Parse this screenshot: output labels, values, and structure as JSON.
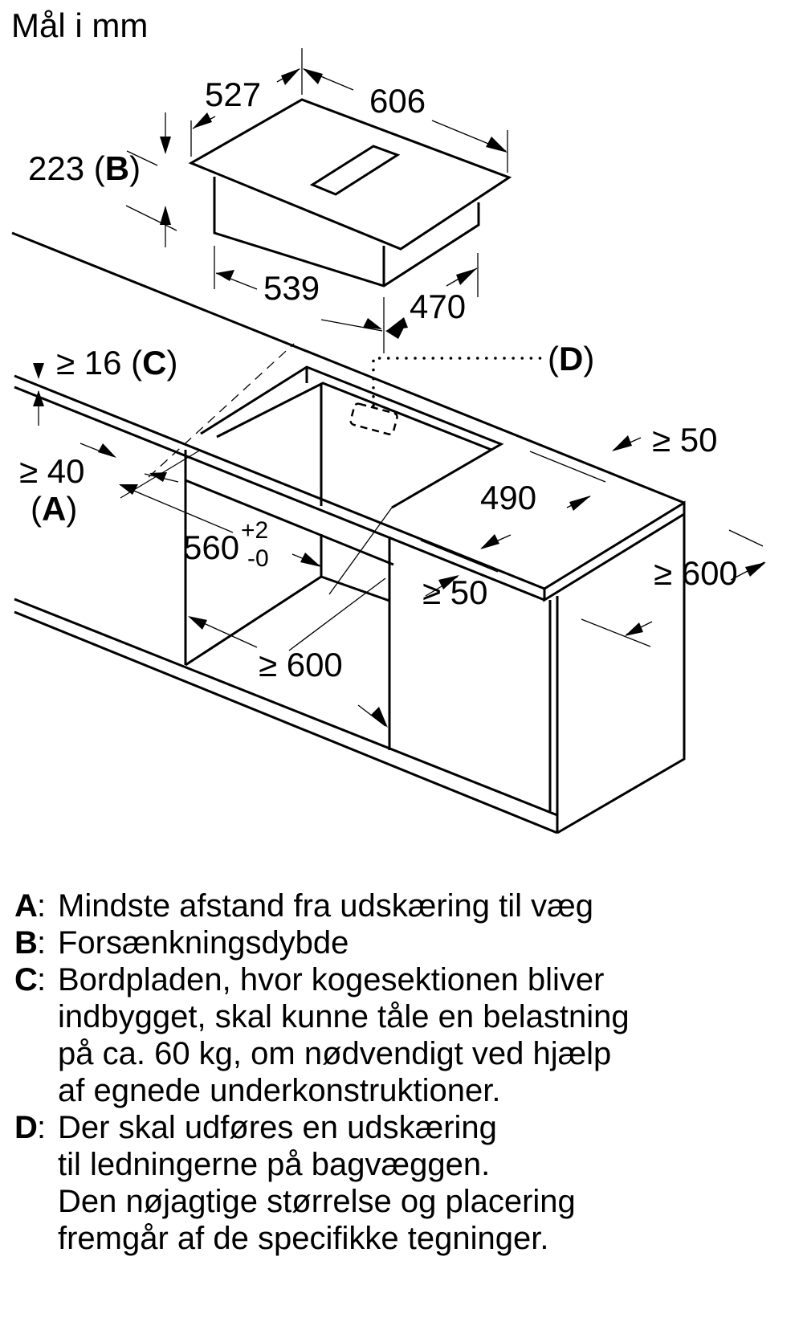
{
  "header": {
    "title": "Mål i mm"
  },
  "diagram": {
    "hob_dimensions": {
      "depth_top": "527",
      "width_top": "606",
      "recess_depth": "223",
      "recess_depth_key": "B",
      "body_width": "539",
      "body_depth": "470"
    },
    "cutout": {
      "worktop_thickness": "≥ 16",
      "worktop_thickness_key": "C",
      "wall_distance": "≥ 40",
      "wall_distance_key": "A",
      "cutout_width": "560",
      "cutout_tolerance_plus": "+2",
      "cutout_tolerance_minus": "-0",
      "cutout_depth": "490",
      "front_edge_min": "≥ 50",
      "rear_edge_min": "≥ 50",
      "cabinet_width_min": "≥ 600",
      "worktop_depth_min": "≥ 600",
      "cable_opening_key": "D"
    }
  },
  "legend": [
    {
      "key": "A",
      "lines": [
        "Mindste afstand fra udskæring til væg"
      ]
    },
    {
      "key": "B",
      "lines": [
        "Forsænkningsdybde"
      ]
    },
    {
      "key": "C",
      "lines": [
        "Bordpladen, hvor kogesektionen bliver",
        "indbygget, skal kunne tåle en belastning",
        "på ca. 60 kg, om nødvendigt ved hjælp",
        "af egnede underkonstruktioner."
      ]
    },
    {
      "key": "D",
      "lines": [
        "Der skal udføres en udskæring",
        "til ledningerne på bagvæggen.",
        "Den nøjagtige størrelse og placering",
        "fremgår af de specifikke tegninger."
      ]
    }
  ]
}
